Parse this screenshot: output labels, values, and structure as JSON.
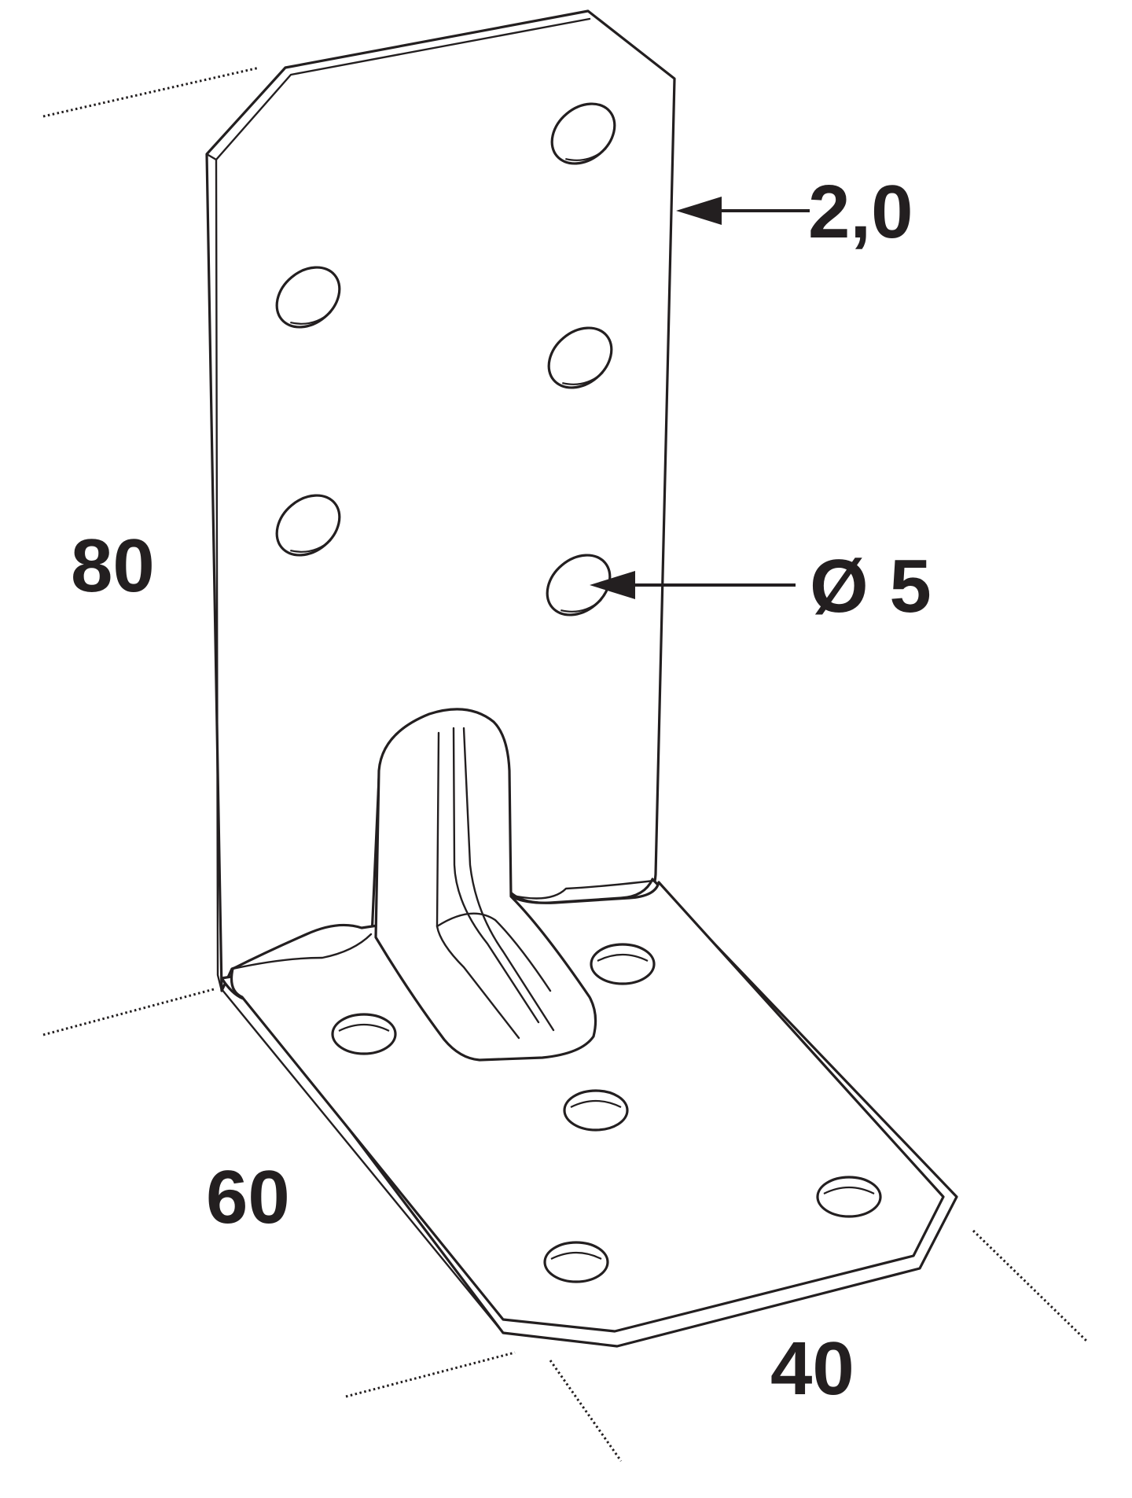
{
  "diagram": {
    "dimensions": {
      "height": "80",
      "depth": "60",
      "width": "40",
      "thickness": "2,0",
      "hole_diameter": "Ø 5"
    },
    "colors": {
      "line": "#231f20",
      "background": "#ffffff"
    }
  }
}
